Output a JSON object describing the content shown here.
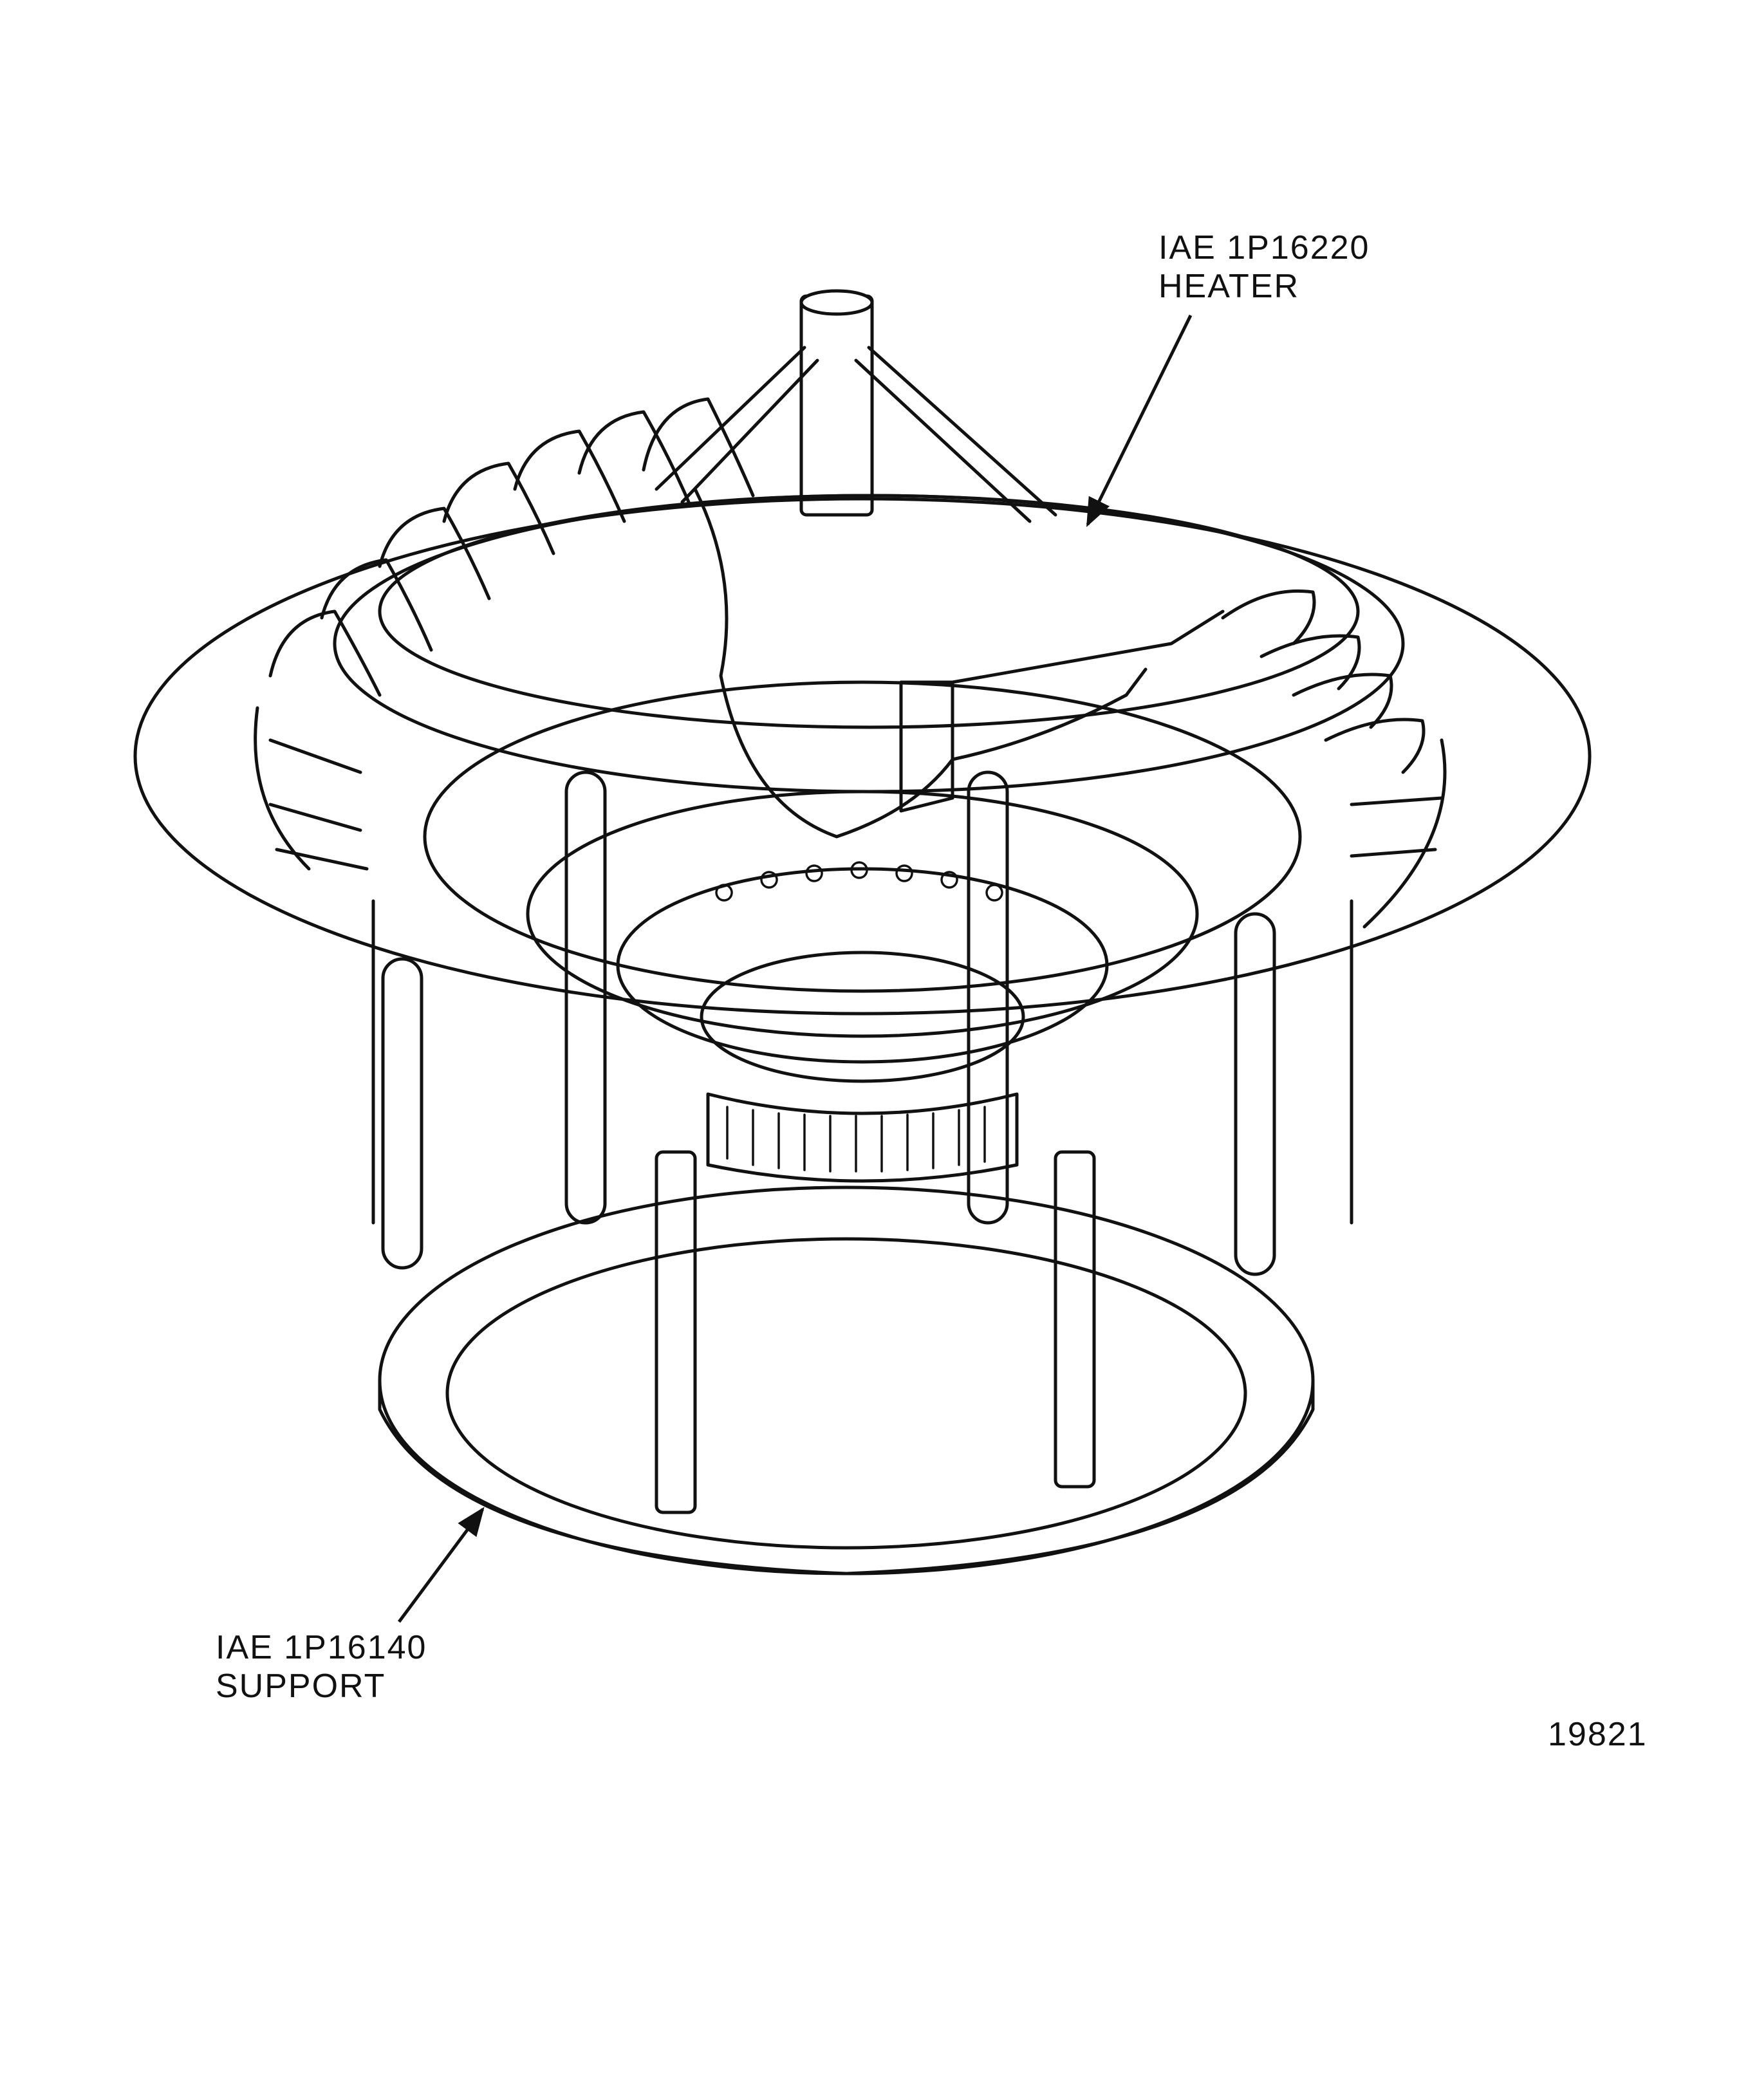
{
  "callouts": {
    "heater": {
      "part_number": "IAE 1P16220",
      "name": "HEATER"
    },
    "support": {
      "part_number": "IAE 1P16140",
      "name": "SUPPORT"
    }
  },
  "figure_number": "19821"
}
